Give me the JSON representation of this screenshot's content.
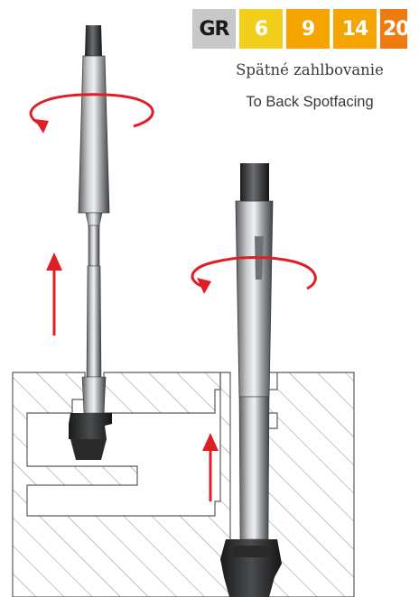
{
  "header": {
    "grade_prefix": "GR",
    "grades": [
      "6",
      "9",
      "14",
      "20"
    ]
  },
  "title": {
    "slovak": "Spätné zahlbovanie",
    "english": "To Back Spotfacing"
  },
  "colors": {
    "gr_badge_bg": "#c8c8c8",
    "gr_badge_text": "#1a1a1a",
    "badge_yellow": "#f2cf1b",
    "badge_orange": "#f5a400",
    "badge_deep_orange": "#ef7b10",
    "badge_text": "#ffffff",
    "arrow_red": "#e01e26",
    "text_gray": "#3a3a3a",
    "hatch": "#8a8a8a"
  },
  "illustration": {
    "tools": [
      "left-back-spotfacing-tool",
      "right-back-spotfacing-tool"
    ],
    "icons": [
      "rotation-arrow-icon",
      "feed-direction-arrow-icon"
    ]
  }
}
